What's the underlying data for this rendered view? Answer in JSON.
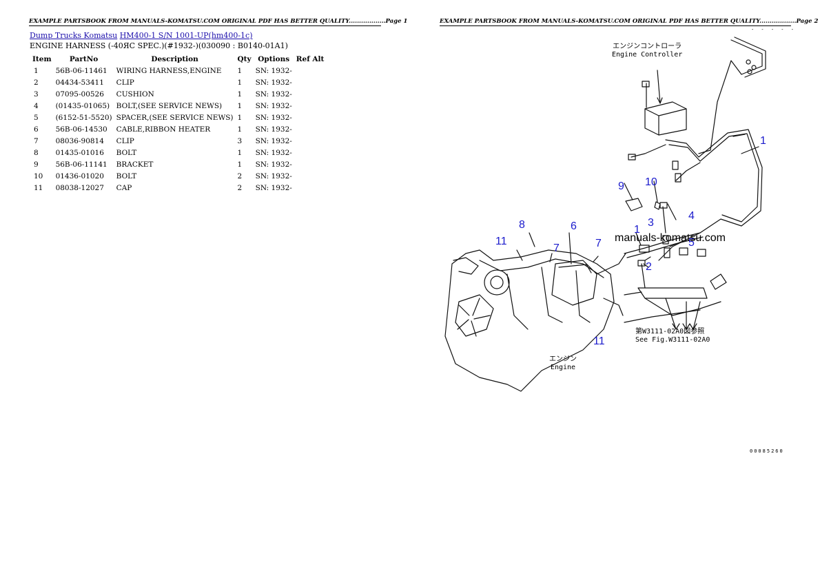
{
  "banners": {
    "page1": "EXAMPLE PARTSBOOK FROM MANUALS-KOMATSU.COM ORIGINAL PDF HAS BETTER QUALITY..................Page 1",
    "page2": "EXAMPLE PARTSBOOK FROM MANUALS-KOMATSU.COM ORIGINAL PDF HAS BETTER QUALITY..................Page 2"
  },
  "breadcrumb": {
    "link1": "Dump Trucks Komatsu",
    "link2": "HM400-1 S/N 1001-UP(hm400-1c)"
  },
  "subtitle": "ENGINE HARNESS (-40ЯC SPEC.)(#1932-)(030090 : B0140-01A1)",
  "table": {
    "headers": [
      "Item",
      "PartNo",
      "Description",
      "Qty",
      "Options",
      "Ref Alt"
    ],
    "rows": [
      [
        "1",
        "56B-06-11461",
        "WIRING HARNESS,ENGINE",
        "1",
        "SN: 1932-",
        ""
      ],
      [
        "2",
        "04434-53411",
        "CLIP",
        "1",
        "SN: 1932-",
        ""
      ],
      [
        "3",
        "07095-00526",
        "CUSHION",
        "1",
        "SN: 1932-",
        ""
      ],
      [
        "4",
        "(01435-01065)",
        "BOLT,(SEE SERVICE NEWS)",
        "1",
        "SN: 1932-",
        ""
      ],
      [
        "5",
        "(6152-51-5520)",
        "SPACER,(SEE SERVICE NEWS)",
        "1",
        "SN: 1932-",
        ""
      ],
      [
        "6",
        "56B-06-14530",
        "CABLE,RIBBON HEATER",
        "1",
        "SN: 1932-",
        ""
      ],
      [
        "7",
        "08036-90814",
        "CLIP",
        "3",
        "SN: 1932-",
        ""
      ],
      [
        "8",
        "01435-01016",
        "BOLT",
        "1",
        "SN: 1932-",
        ""
      ],
      [
        "9",
        "56B-06-11141",
        "BRACKET",
        "1",
        "SN: 1932-",
        ""
      ],
      [
        "10",
        "01436-01020",
        "BOLT",
        "2",
        "SN: 1932-",
        ""
      ],
      [
        "11",
        "08038-12027",
        "CAP",
        "2",
        "SN: 1932-",
        ""
      ]
    ]
  },
  "diagram": {
    "controller_jp": "エンジンコントローラ",
    "controller_en": "Engine Controller",
    "ref_jp": "第W3111-02A0図参照",
    "ref_en": "See Fig.W3111-02A0",
    "engine_jp": "エンジン",
    "engine_en": "Engine",
    "watermark": "manuals-komatsu.com",
    "figure_code": "00085260",
    "top_marks": "- - - - -",
    "callouts": {
      "c1a": "1",
      "c1b": "1",
      "c2": "2",
      "c3": "3",
      "c4": "4",
      "c5": "5",
      "c6": "6",
      "c7a": "7",
      "c7b": "7",
      "c8": "8",
      "c9": "9",
      "c10": "10",
      "c11a": "11",
      "c11b": "11"
    },
    "callout_color": "#1a1acc"
  }
}
